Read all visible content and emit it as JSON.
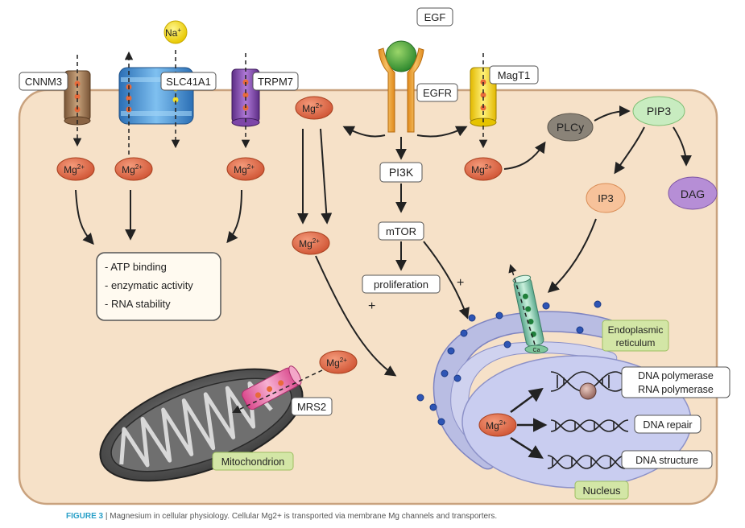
{
  "labels": {
    "cnnm3": "CNNM3",
    "slc41a1": "SLC41A1",
    "trpm7": "TRPM7",
    "na": "Na",
    "na_sup": "+",
    "egf": "EGF",
    "egfr": "EGFR",
    "magt1": "MagT1",
    "mg": "Mg",
    "mg_sup": "2+",
    "pi3k": "PI3K",
    "mtor": "mTOR",
    "proliferation": "proliferation",
    "plus": "+",
    "plcy": "PLCy",
    "pip3": "PIP3",
    "ip3": "IP3",
    "dag": "DAG",
    "er1": "Endoplasmic",
    "er2": "reticulum",
    "ca": "Ca",
    "mrs2": "MRS2",
    "mitochondrion": "Mitochondrion",
    "nucleus": "Nucleus",
    "dna_pol": "DNA polymerase",
    "rna_pol": "RNA polymerase",
    "dna_repair": "DNA repair",
    "dna_structure": "DNA structure"
  },
  "functions": [
    "- ATP binding",
    "- enzymatic activity",
    "- RNA stability"
  ],
  "caption": {
    "label": "FIGURE 3",
    "text": "| Magnesium in cellular physiology. Cellular Mg2+ is transported via membrane Mg channels and transporters."
  },
  "colors": {
    "cell": "#f6e1c8",
    "cell_border": "#c9a27e",
    "mg_ion": "#e06a46",
    "er": "#b9bde3",
    "nucleus": "#c9cdf0",
    "green_box": "#d3e6a6",
    "caption_accent": "#2aa0c8"
  }
}
